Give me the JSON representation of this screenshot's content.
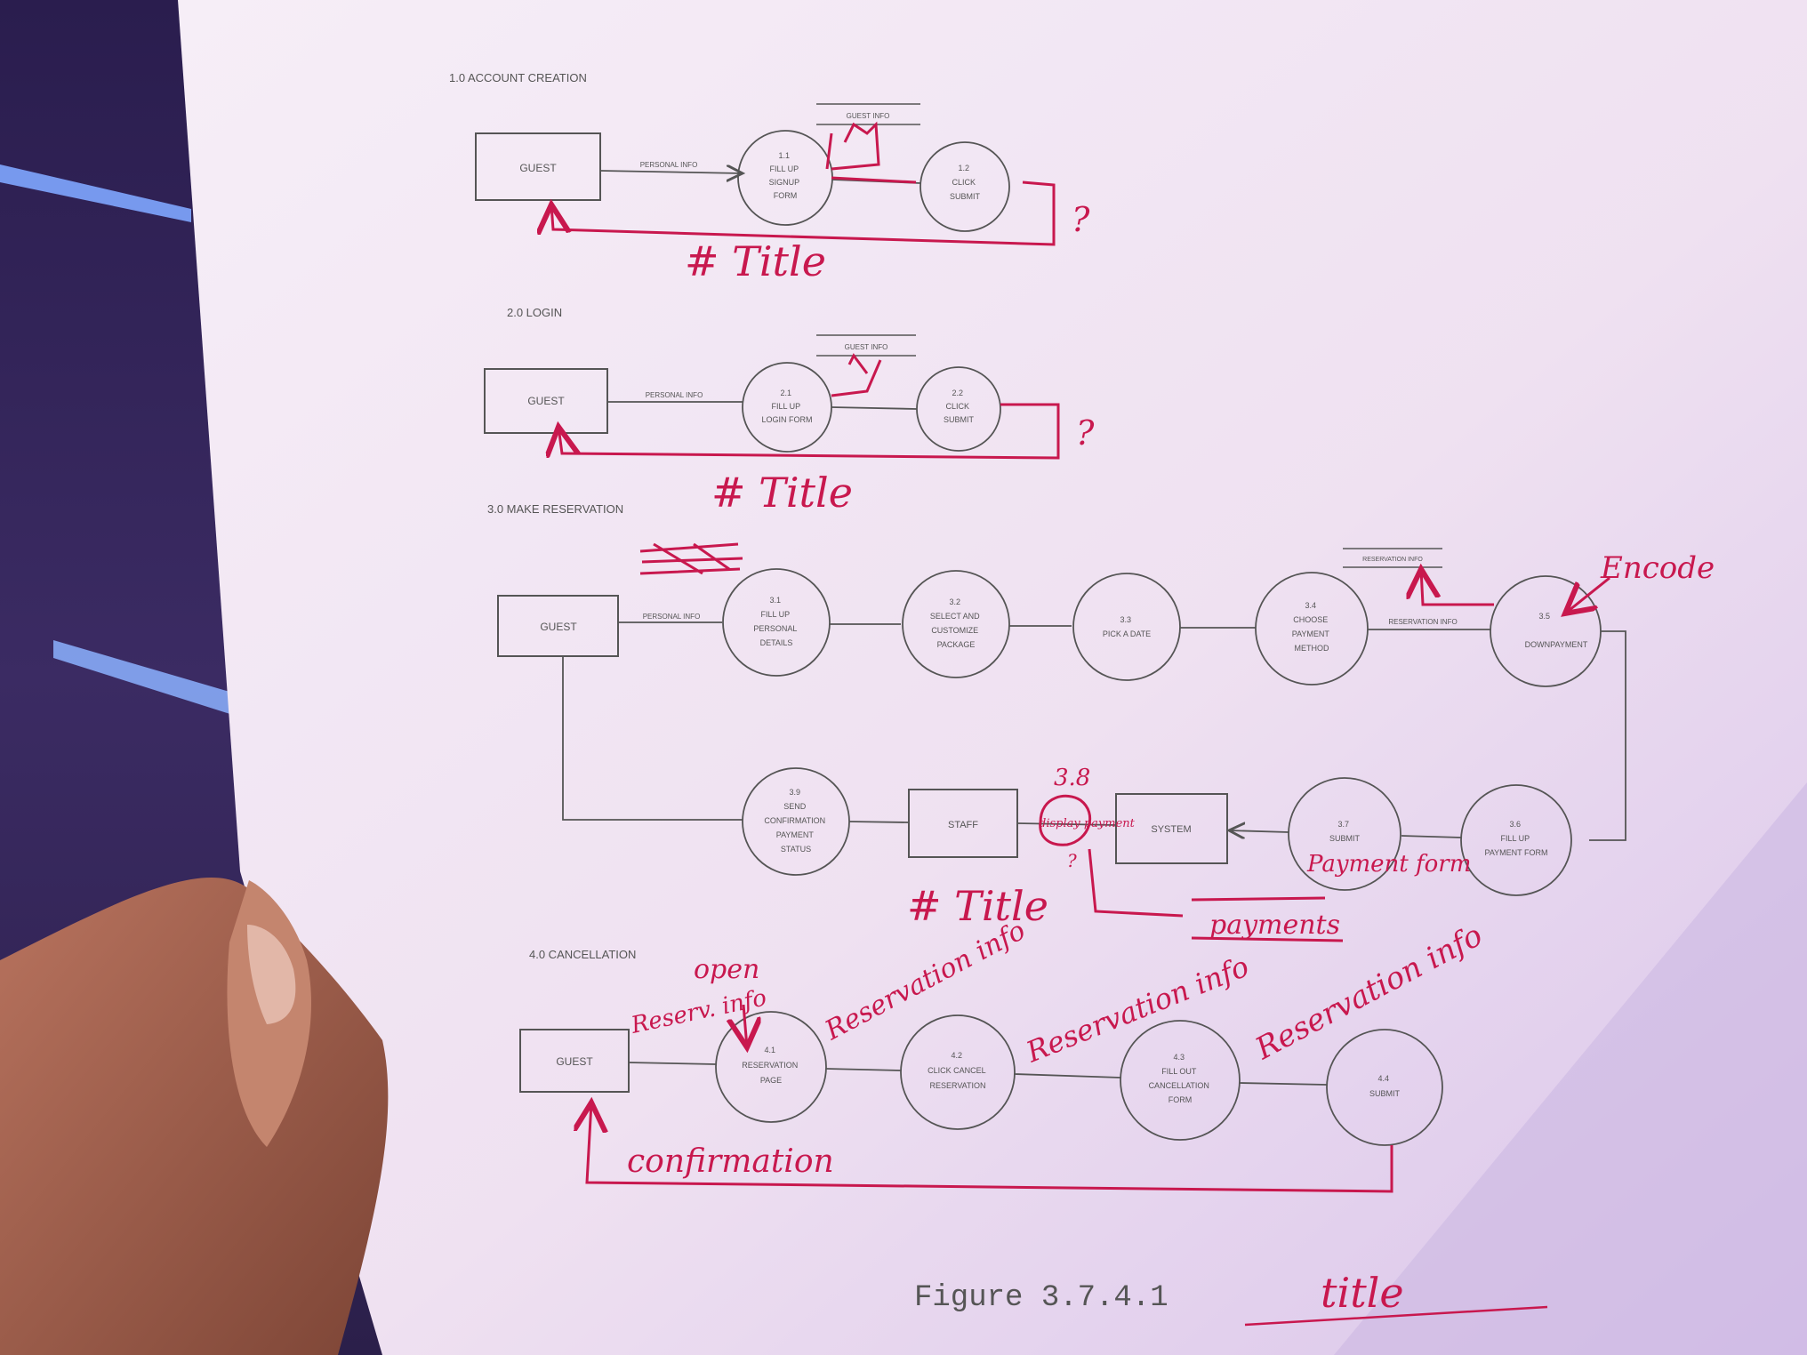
{
  "photo": {
    "caption": "Figure 3.7.4.1",
    "caption_note": "title"
  },
  "sections": {
    "s1": {
      "heading": "1.0 ACCOUNT CREATION",
      "entity": "GUEST",
      "flow": "PERSONAL INFO",
      "store": "GUEST INFO",
      "p1": [
        "1.1",
        "FILL UP",
        "SIGNUP",
        "FORM"
      ],
      "p2": [
        "1.2",
        "CLICK",
        "SUBMIT"
      ]
    },
    "s2": {
      "heading": "2.0 LOGIN",
      "entity": "GUEST",
      "flow": "PERSONAL INFO",
      "store": "GUEST INFO",
      "p1": [
        "2.1",
        "FILL UP",
        "LOGIN FORM"
      ],
      "p2": [
        "2.2",
        "CLICK",
        "SUBMIT"
      ]
    },
    "s3": {
      "heading": "3.0 MAKE RESERVATION",
      "entity": "GUEST",
      "flow": "PERSONAL INFO",
      "store": "RESERVATION INFO",
      "flow2": "RESERVATION INFO",
      "p1": [
        "3.1",
        "FILL UP",
        "PERSONAL",
        "DETAILS"
      ],
      "p2": [
        "3.2",
        "SELECT AND",
        "CUSTOMIZE",
        "PACKAGE"
      ],
      "p3": [
        "3.3",
        "PICK A DATE"
      ],
      "p4": [
        "3.4",
        "CHOOSE",
        "PAYMENT",
        "METHOD"
      ],
      "p5": [
        "3.5",
        "DOWNPAYMENT"
      ],
      "p6": [
        "3.6",
        "FILL UP",
        "PAYMENT FORM"
      ],
      "p7": [
        "3.7",
        "SUBMIT"
      ],
      "p9": [
        "3.9",
        "SEND",
        "CONFIRMATION",
        "PAYMENT",
        "STATUS"
      ],
      "system": "SYSTEM",
      "staff": "STAFF"
    },
    "s4": {
      "heading": "4.0 CANCELLATION",
      "entity": "GUEST",
      "p1": [
        "4.1",
        "RESERVATION",
        "PAGE"
      ],
      "p2": [
        "4.2",
        "CLICK CANCEL",
        "RESERVATION"
      ],
      "p3": [
        "4.3",
        "FILL OUT",
        "CANCELLATION",
        "FORM"
      ],
      "p4": [
        "4.4",
        "SUBMIT"
      ]
    }
  },
  "annotations": {
    "title1": "# Title",
    "title2": "# Title",
    "title3": "# Title",
    "q1": "?",
    "q2": "?",
    "q_small": "?",
    "encode": "Encode",
    "n38": "3.8",
    "display_payment": "display payment",
    "payment_form": "Payment form",
    "payments": "payments",
    "open": "open",
    "reserv_info": "Reserv. info",
    "reservation_info_1": "Reservation info",
    "reservation_info_2": "Reservation info",
    "reservation_info_3": "Reservation info",
    "confirmation": "confirmation"
  },
  "colors": {
    "ink": "#c8184e",
    "print": "#555555",
    "paper": "#f3e6f5"
  }
}
